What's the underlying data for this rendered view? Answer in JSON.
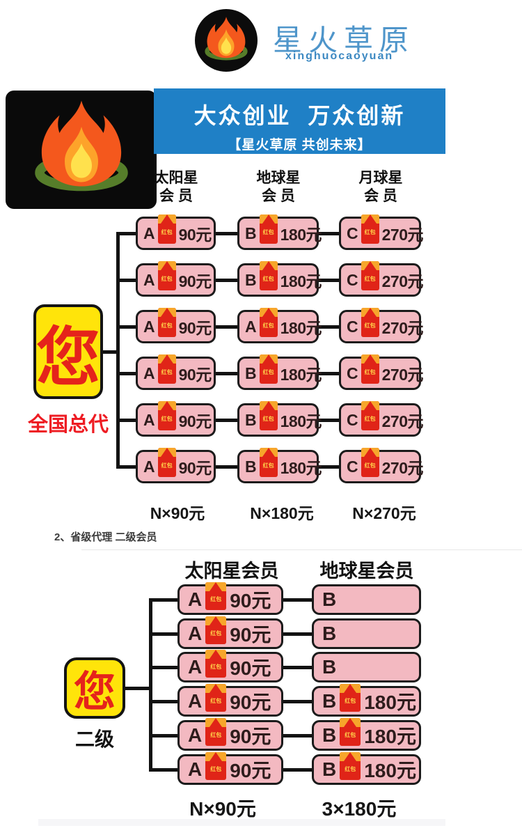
{
  "logo": {
    "brand": "星火草原",
    "pinyin": "xinghuocaoyuan"
  },
  "banner": {
    "title": "大众创业  万众创新",
    "subtitle": "【星火草原 共创未来】"
  },
  "envelope_label": "红包",
  "diagram1": {
    "columns": [
      {
        "line1": "太阳星",
        "line2": "会 员"
      },
      {
        "line1": "地球星",
        "line2": "会 员"
      },
      {
        "line1": "月球星",
        "line2": "会 员"
      }
    ],
    "you": {
      "label": "您",
      "caption": "全国总代"
    },
    "rows": [
      {
        "cells": [
          {
            "letter": "A",
            "price": "90元"
          },
          {
            "letter": "B",
            "price": "180元"
          },
          {
            "letter": "C",
            "price": "270元"
          }
        ]
      },
      {
        "cells": [
          {
            "letter": "A",
            "price": "90元"
          },
          {
            "letter": "B",
            "price": "180元"
          },
          {
            "letter": "C",
            "price": "270元"
          }
        ]
      },
      {
        "cells": [
          {
            "letter": "A",
            "price": "90元"
          },
          {
            "letter": "A",
            "price": "180元"
          },
          {
            "letter": "C",
            "price": "270元"
          }
        ]
      },
      {
        "cells": [
          {
            "letter": "A",
            "price": "90元"
          },
          {
            "letter": "B",
            "price": "180元"
          },
          {
            "letter": "C",
            "price": "270元"
          }
        ]
      },
      {
        "cells": [
          {
            "letter": "A",
            "price": "90元"
          },
          {
            "letter": "B",
            "price": "180元"
          },
          {
            "letter": "C",
            "price": "270元"
          }
        ]
      },
      {
        "cells": [
          {
            "letter": "A",
            "price": "90元"
          },
          {
            "letter": "B",
            "price": "180元"
          },
          {
            "letter": "C",
            "price": "270元"
          }
        ]
      }
    ],
    "totals": [
      "N×90元",
      "N×180元",
      "N×270元"
    ]
  },
  "section2_heading": "2、省级代理 二级会员",
  "diagram2": {
    "columns": [
      "太阳星会员",
      "地球星会员"
    ],
    "you": {
      "label": "您",
      "caption": "二级"
    },
    "rows": [
      {
        "a": {
          "letter": "A",
          "price": "90元",
          "envelope": true
        },
        "b": {
          "letter": "B",
          "price": "",
          "envelope": false
        }
      },
      {
        "a": {
          "letter": "A",
          "price": "90元",
          "envelope": true
        },
        "b": {
          "letter": "B",
          "price": "",
          "envelope": false
        }
      },
      {
        "a": {
          "letter": "A",
          "price": "90元",
          "envelope": true
        },
        "b": {
          "letter": "B",
          "price": "",
          "envelope": false
        }
      },
      {
        "a": {
          "letter": "A",
          "price": "90元",
          "envelope": true
        },
        "b": {
          "letter": "B",
          "price": "180元",
          "envelope": true
        }
      },
      {
        "a": {
          "letter": "A",
          "price": "90元",
          "envelope": true
        },
        "b": {
          "letter": "B",
          "price": "180元",
          "envelope": true
        }
      },
      {
        "a": {
          "letter": "A",
          "price": "90元",
          "envelope": true
        },
        "b": {
          "letter": "B",
          "price": "180元",
          "envelope": true
        }
      }
    ],
    "totals": [
      "N×90元",
      "3×180元"
    ]
  },
  "colors": {
    "banner_blue": "#1f80c6",
    "box_pink": "#f3b9c1",
    "you_yellow": "#ffe40a",
    "accent_red": "#e5231b",
    "envelope_red": "#e02418",
    "envelope_gold": "#f7a62b",
    "brand_blue": "#4e95ca"
  }
}
